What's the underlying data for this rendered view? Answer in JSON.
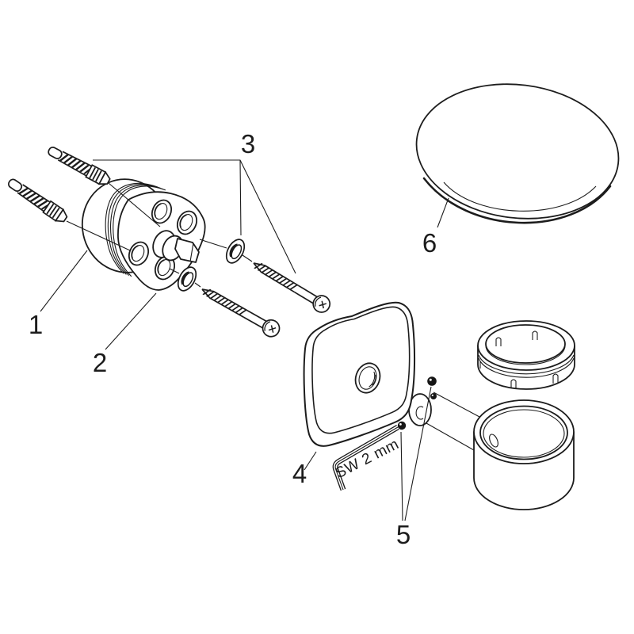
{
  "diagram": {
    "background_color": "#ffffff",
    "line_color": "#1c1c1c",
    "tool_annotation": "SW 2 mm",
    "callouts": {
      "c1": {
        "number": "1",
        "part": "seal-ring"
      },
      "c2": {
        "number": "2",
        "part": "mounting-plate"
      },
      "c3": {
        "number": "3",
        "part": "fixing-screws-and-washers"
      },
      "c4": {
        "number": "4",
        "part": "escutcheon-cover"
      },
      "c5": {
        "number": "5",
        "part": "set-screws"
      },
      "c6": {
        "number": "6",
        "part": "cover-cap"
      }
    }
  }
}
